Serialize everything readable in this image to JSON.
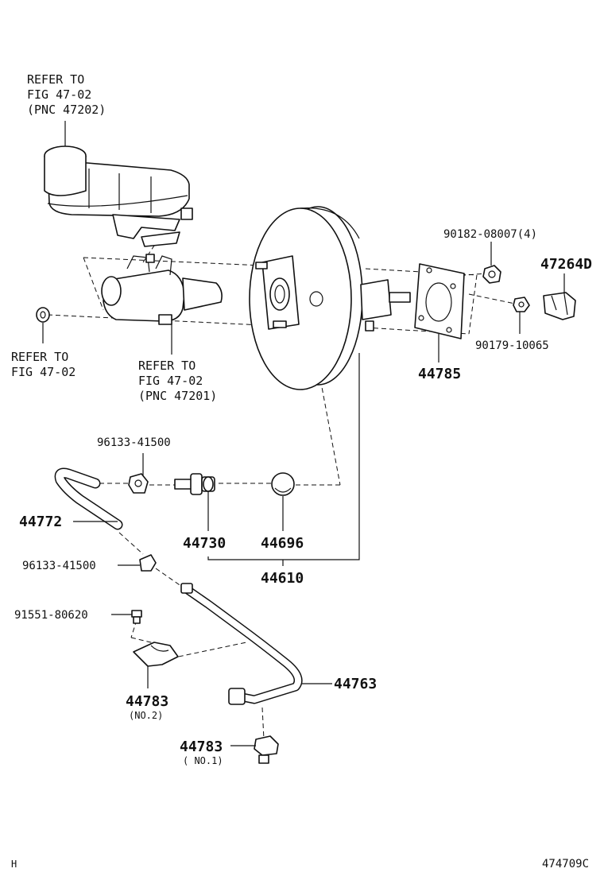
{
  "refs": {
    "reservoir": [
      "REFER TO",
      "FIG 47-02",
      "(PNC 47202)"
    ],
    "left": [
      "REFER TO",
      "FIG 47-02"
    ],
    "master_cylinder": [
      "REFER TO",
      "FIG 47-02",
      "(PNC 47201)"
    ]
  },
  "parts": {
    "nut_4": "90182-08007(4)",
    "bracket": "47264D",
    "nut_small": "90179-10065",
    "gasket": "44785",
    "clip_top": "96133-41500",
    "hose": "44772",
    "valve": "44730",
    "grommet": "44696",
    "booster": "44610",
    "clip_mid": "96133-41500",
    "bolt": "91551-80620",
    "clamp_no2": "44783",
    "clamp_no2_note": "(NO.2)",
    "pipe": "44763",
    "clamp_no1": "44783",
    "clamp_no1_note": "( NO.1)"
  },
  "footer": {
    "left": "H",
    "right": "474709C"
  }
}
